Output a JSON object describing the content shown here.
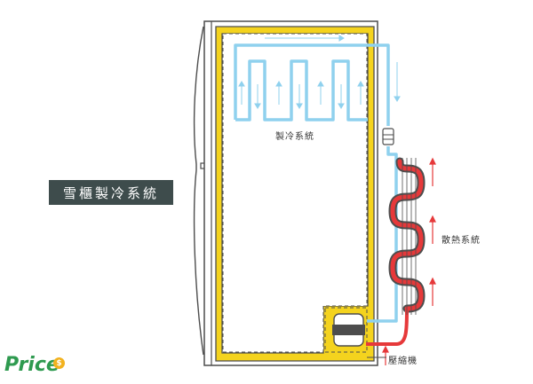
{
  "title": "雪櫃製冷系統",
  "labels": {
    "cooling": "製冷系統",
    "heat": "散熱系統",
    "compressor": "壓縮機"
  },
  "brand": {
    "name": "Price",
    "coin_symbol": "$"
  },
  "colors": {
    "cabinet_outline": "#4d4d4d",
    "insulation": "#f4d31e",
    "cooling_pipe": "#8fd1ee",
    "heat_pipe": "#e6393a",
    "title_bg": "#3e4c4c",
    "brand_green": "#2e9a4f",
    "brand_coin": "#f2b21f"
  }
}
